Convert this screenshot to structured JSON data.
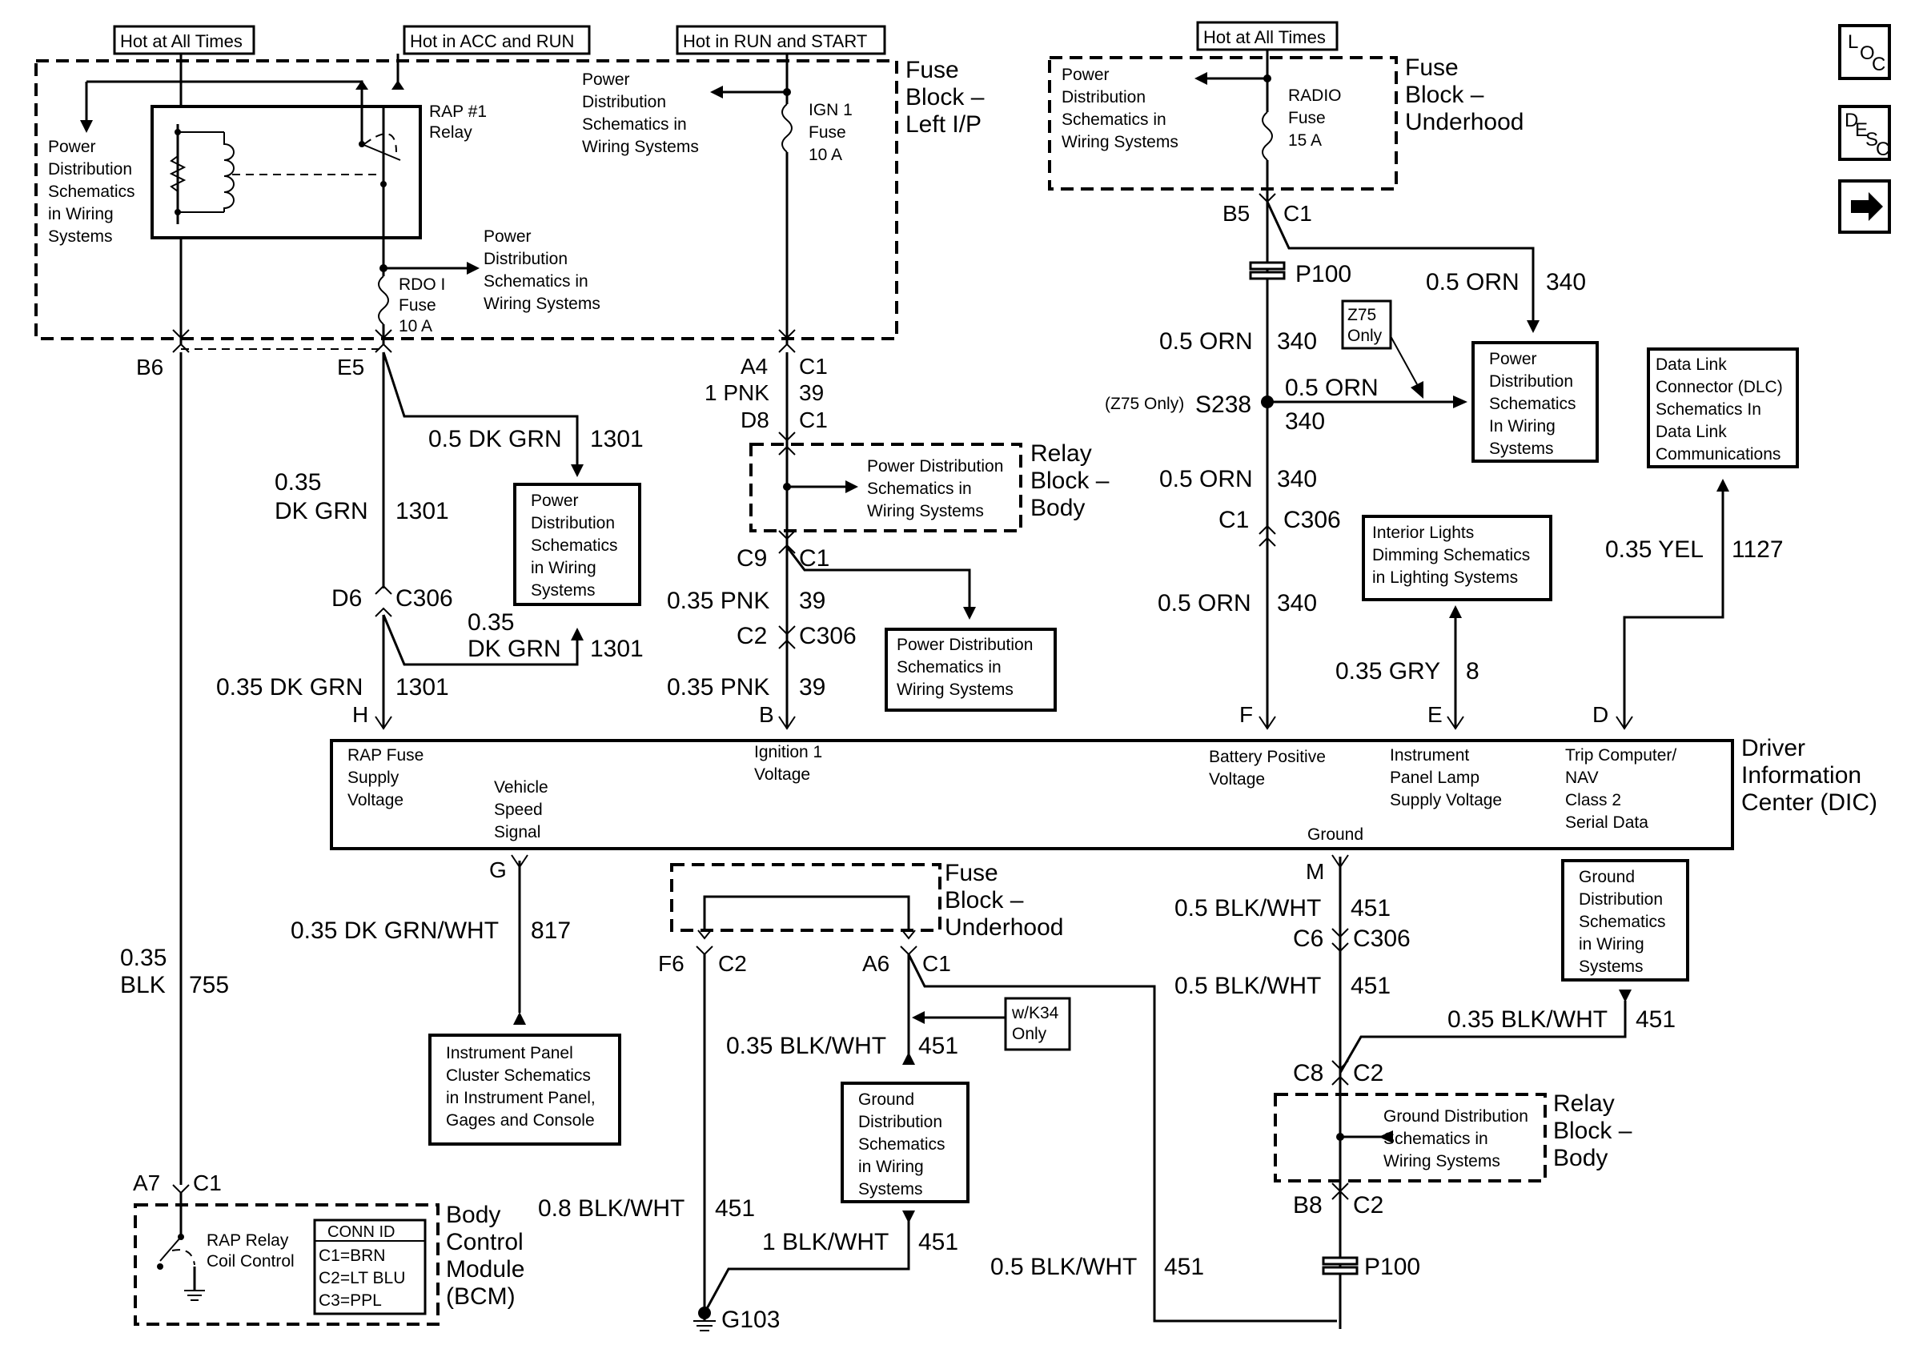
{
  "power_sources": {
    "hot_all_times_left": "Hot at All Times",
    "hot_acc_run": "Hot in ACC and RUN",
    "hot_run_start": "Hot in RUN and START",
    "hot_all_times_right": "Hot at All Times"
  },
  "fuse_block_left": {
    "title": [
      "Fuse",
      "Block –",
      "Left I/P"
    ],
    "relay_label": [
      "RAP #1",
      "Relay"
    ],
    "rdo_fuse": [
      "RDO I",
      "Fuse",
      "10 A"
    ],
    "ign_fuse": [
      "IGN 1",
      "Fuse",
      "10 A"
    ],
    "pd_left": [
      "Power",
      "Distribution",
      "Schematics",
      "in Wiring",
      "Systems"
    ],
    "pd_top": [
      "Power",
      "Distribution",
      "Schematics in",
      "Wiring Systems"
    ],
    "pd_mid": [
      "Power",
      "Distribution",
      "Schematics in",
      "Wiring Systems"
    ]
  },
  "fuse_block_underhood_top": {
    "title": [
      "Fuse",
      "Block –",
      "Underhood"
    ],
    "radio_fuse": [
      "RADIO",
      "Fuse",
      "15 A"
    ],
    "pd": [
      "Power",
      "Distribution",
      "Schematics in",
      "Wiring Systems"
    ]
  },
  "nav_buttons": {
    "loc_main": "L",
    "loc_sub": "O",
    "loc_sub2": "C",
    "desc_main": "D",
    "desc_sub": "E",
    "desc_sub2": "S",
    "desc_sub3": "C",
    "next_arrow": "➔"
  },
  "labels": {
    "B6": "B6",
    "E5": "E5",
    "A4": "A4",
    "C1": "C1",
    "D8": "D8",
    "pnk_1": "1 PNK",
    "num_39": "39",
    "dkgrn_05": "0.5 DK GRN",
    "num_1301": "1301",
    "dkgrn_035_a": "0.35",
    "dkgrn_035_b": "DK GRN",
    "D6": "D6",
    "C306": "C306",
    "dkgrn_035_line": "0.35 DK GRN",
    "H": "H",
    "C9": "C9",
    "pnk_035": "0.35 PNK",
    "C2": "C2",
    "B": "B",
    "B5": "B5",
    "P100": "P100",
    "orn_05": "0.5 ORN",
    "num_340": "340",
    "z75_only": "(Z75 Only)",
    "S238": "S238",
    "z75_box": [
      "Z75",
      "Only"
    ],
    "F": "F",
    "E": "E",
    "D": "D",
    "gry_035": "0.35 GRY",
    "num_8": "8",
    "yel_035": "0.35 YEL",
    "num_1127": "1127",
    "G": "G",
    "dkgrnwht": "0.35 DK GRN/WHT",
    "num_817": "817",
    "blk_035_a": "0.35",
    "blk_035_b": "BLK",
    "num_755": "755",
    "A7": "A7",
    "M": "M",
    "blkwht_05": "0.5 BLK/WHT",
    "num_451": "451",
    "C6": "C6",
    "blkwht_035": "0.35 BLK/WHT",
    "C8": "C8",
    "B8": "B8",
    "F6": "F6",
    "A6": "A6",
    "wk34": [
      "w/K34",
      "Only"
    ],
    "blkwht_08": "0.8 BLK/WHT",
    "blkwht_1": "1 BLK/WHT",
    "G103": "G103"
  },
  "relay_block_body_top": {
    "title": [
      "Relay",
      "Block –",
      "Body"
    ],
    "pd": [
      "Power Distribution",
      "Schematics in",
      "Wiring Systems"
    ]
  },
  "pd_box_dkgrn": [
    "Power",
    "Distribution",
    "Schematics",
    "in Wiring",
    "Systems"
  ],
  "pd_box_pnk": [
    "Power Distribution",
    "Schematics in",
    "Wiring Systems"
  ],
  "pd_box_orn": [
    "Power",
    "Distribution",
    "Schematics",
    "In Wiring",
    "Systems"
  ],
  "dlc_box": [
    "Data Link",
    "Connector (DLC)",
    "Schematics In",
    "Data Link",
    "Communications"
  ],
  "dimming_box": [
    "Interior Lights",
    "Dimming Schematics",
    "in Lighting Systems"
  ],
  "dic": {
    "title": [
      "Driver",
      "Information",
      "Center (DIC)"
    ],
    "rap_supply": [
      "RAP Fuse",
      "Supply",
      "Voltage"
    ],
    "vss": [
      "Vehicle",
      "Speed",
      "Signal"
    ],
    "ign": [
      "Ignition 1",
      "Voltage"
    ],
    "bat": [
      "Battery Positive",
      "Voltage"
    ],
    "ipl": [
      "Instrument",
      "Panel Lamp",
      "Supply Voltage"
    ],
    "trip": [
      "Trip Computer/",
      "NAV",
      "Class 2",
      "Serial Data"
    ],
    "ground": "Ground"
  },
  "ipc_box": [
    "Instrument Panel",
    "Cluster Schematics",
    "in Instrument Panel,",
    "Gages and Console"
  ],
  "fuse_block_underhood_bottom": {
    "title": [
      "Fuse",
      "Block –",
      "Underhood"
    ]
  },
  "gd_box_mid": [
    "Ground",
    "Distribution",
    "Schematics",
    "in Wiring",
    "Systems"
  ],
  "gd_box_right": [
    "Ground",
    "Distribution",
    "Schematics",
    "in Wiring",
    "Systems"
  ],
  "relay_block_body_bottom": {
    "title": [
      "Relay",
      "Block –",
      "Body"
    ],
    "gd": [
      "Ground Distribution",
      "Schematics in",
      "Wiring Systems"
    ]
  },
  "bcm": {
    "title": [
      "Body",
      "Control",
      "Module",
      "(BCM)"
    ],
    "rap_coil": [
      "RAP Relay",
      "Coil Control"
    ],
    "conn_id": "CONN ID",
    "conns": [
      "C1=BRN",
      "C2=LT BLU",
      "C3=PPL"
    ]
  }
}
